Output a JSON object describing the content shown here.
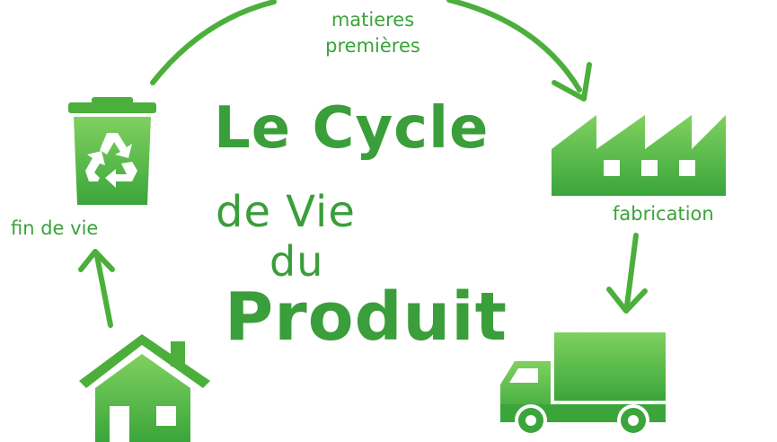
{
  "colors": {
    "primary": "#3aa33a",
    "light": "#7ccd5c",
    "dark": "#2f8f2f"
  },
  "title": {
    "line1": "Le Cycle",
    "line2": "de Vie",
    "line3": "du",
    "line4": "Produit"
  },
  "stages": {
    "raw_materials": {
      "line1": "matieres",
      "line2": "premières"
    },
    "manufacturing": "fabrication",
    "end_of_life": "fin de vie"
  },
  "icons": {
    "bin": "recycling-bin-icon",
    "factory": "factory-icon",
    "truck": "truck-icon",
    "house": "house-icon"
  }
}
